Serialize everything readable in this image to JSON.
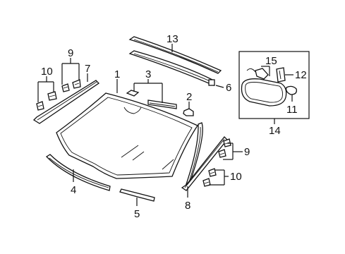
{
  "diagram": {
    "callouts": [
      {
        "id": "c1",
        "text": "1"
      },
      {
        "id": "c2",
        "text": "2"
      },
      {
        "id": "c3",
        "text": "3"
      },
      {
        "id": "c4",
        "text": "4"
      },
      {
        "id": "c5",
        "text": "5"
      },
      {
        "id": "c6",
        "text": "6"
      },
      {
        "id": "c7",
        "text": "7"
      },
      {
        "id": "c8",
        "text": "8"
      },
      {
        "id": "c9a",
        "text": "9"
      },
      {
        "id": "c9b",
        "text": "9"
      },
      {
        "id": "c10a",
        "text": "10"
      },
      {
        "id": "c10b",
        "text": "10"
      },
      {
        "id": "c11",
        "text": "11"
      },
      {
        "id": "c12",
        "text": "12"
      },
      {
        "id": "c13",
        "text": "13"
      },
      {
        "id": "c14",
        "text": "14"
      },
      {
        "id": "c15",
        "text": "15"
      }
    ]
  }
}
